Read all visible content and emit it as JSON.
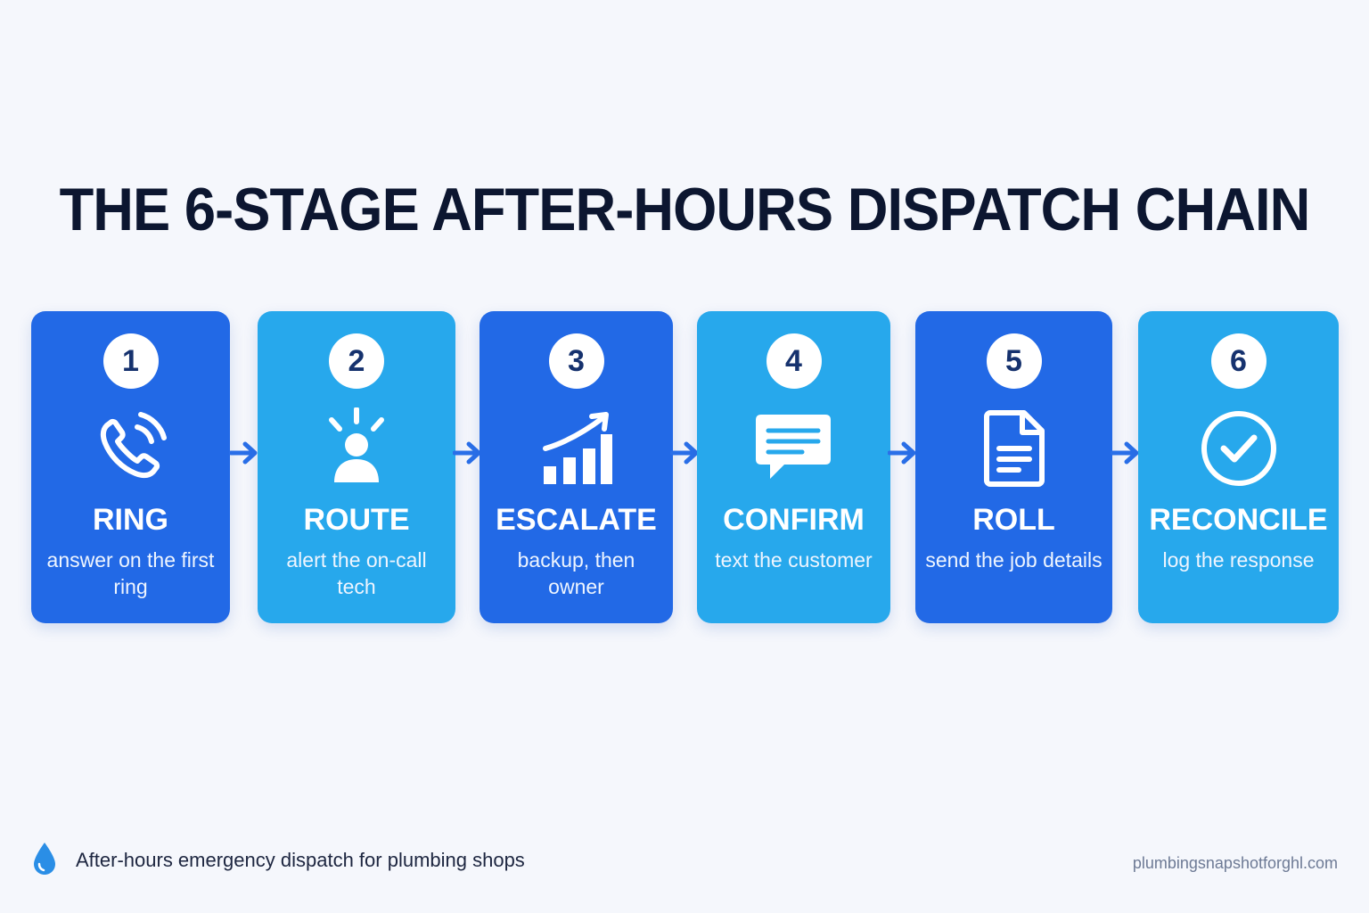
{
  "title": "THE 6-STAGE AFTER-HOURS DISPATCH CHAIN",
  "colors": {
    "dark_card": "#2269e6",
    "light_card": "#27a8ec",
    "arrow": "#2a6fe8",
    "title": "#0c1630",
    "background": "#f5f7fc"
  },
  "stages": [
    {
      "number": "1",
      "title": "RING",
      "description": "answer on the first ring",
      "icon": "phone-ringing-icon",
      "tone": "dark"
    },
    {
      "number": "2",
      "title": "ROUTE",
      "description": "alert the on-call tech",
      "icon": "person-alert-icon",
      "tone": "light"
    },
    {
      "number": "3",
      "title": "ESCALATE",
      "description": "backup, then owner",
      "icon": "bar-chart-up-icon",
      "tone": "dark"
    },
    {
      "number": "4",
      "title": "CONFIRM",
      "description": "text the customer",
      "icon": "chat-message-icon",
      "tone": "light"
    },
    {
      "number": "5",
      "title": "ROLL",
      "description": "send the job details",
      "icon": "document-icon",
      "tone": "dark"
    },
    {
      "number": "6",
      "title": "RECONCILE",
      "description": "log the response",
      "icon": "check-circle-icon",
      "tone": "light"
    }
  ],
  "footer": {
    "icon": "water-drop-icon",
    "text": "After-hours emergency dispatch for plumbing shops",
    "site": "plumbingsnapshotforghl.com"
  }
}
